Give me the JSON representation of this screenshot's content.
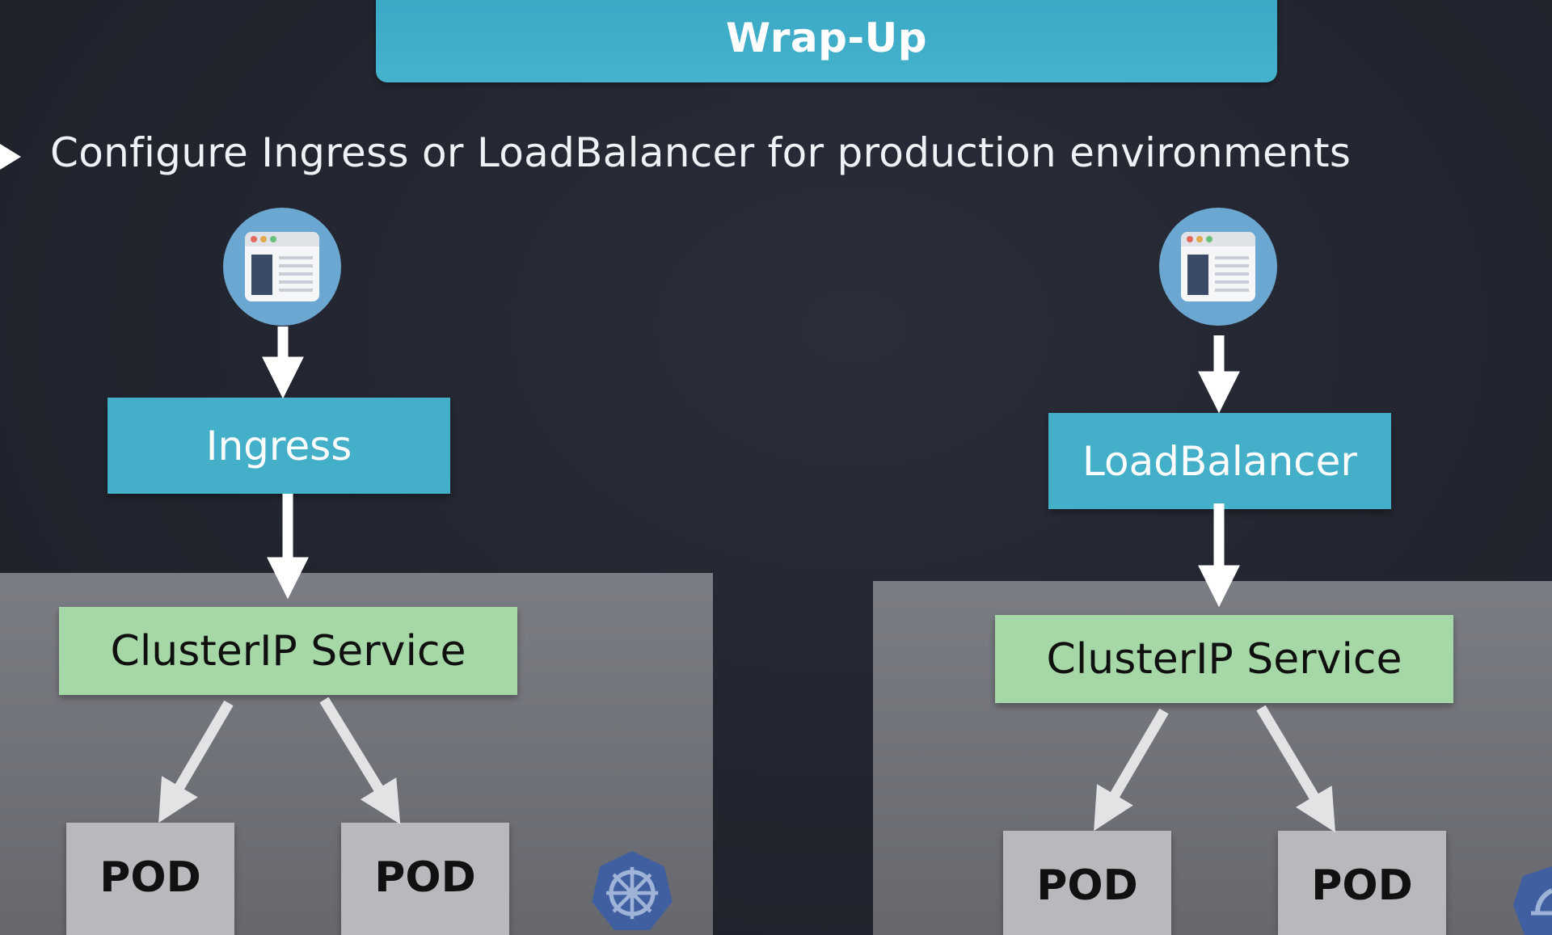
{
  "slide": {
    "title": "Wrap-Up",
    "bullet": "Configure Ingress or LoadBalancer for production environments"
  },
  "left_diagram": {
    "entry_label": "Ingress",
    "service_label": "ClusterIP Service",
    "pods": [
      "POD",
      "POD"
    ]
  },
  "right_diagram": {
    "entry_label": "LoadBalancer",
    "service_label": "ClusterIP Service",
    "pods": [
      "POD",
      "POD"
    ]
  },
  "colors": {
    "background": "#22252f",
    "title_bar": "#45b3cd",
    "entry_box": "#44afc9",
    "service_box": "#a5d8a6",
    "pod_box": "#b8b9bc",
    "cluster_area": "#74767c",
    "icon_circle": "#6ca7d1",
    "k8s_logo": "#3f5fa0"
  },
  "icons": [
    "browser-window-icon",
    "kubernetes-logo-icon",
    "bullet-arrow-icon"
  ]
}
